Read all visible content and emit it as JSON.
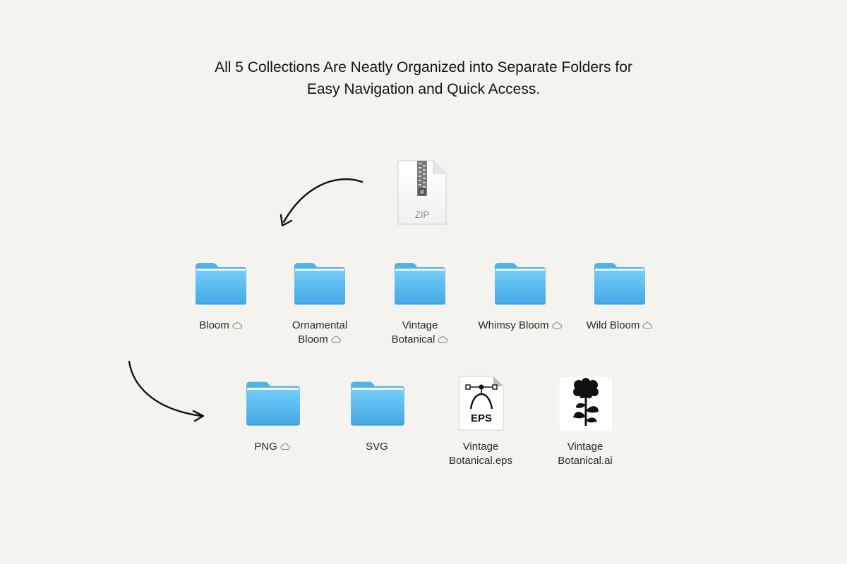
{
  "headline": {
    "line1": "All 5 Collections Are Neatly Organized into Separate Folders for",
    "line2": "Easy Navigation and Quick Access."
  },
  "zip_file": {
    "label": "ZIP",
    "icon": "zip-archive-icon"
  },
  "collections": [
    {
      "line1": "Bloom",
      "line2": "",
      "icloud": true
    },
    {
      "line1": "Ornamental",
      "line2": "Bloom",
      "icloud": true
    },
    {
      "line1": "Vintage",
      "line2": "Botanical",
      "icloud": true
    },
    {
      "line1": "Whimsy Bloom",
      "line2": "",
      "icloud": true
    },
    {
      "line1": "Wild Bloom",
      "line2": "",
      "icloud": true
    }
  ],
  "contents": [
    {
      "line1": "PNG",
      "line2": "",
      "icloud": true,
      "kind": "folder"
    },
    {
      "line1": "SVG",
      "line2": "",
      "icloud": false,
      "kind": "folder"
    },
    {
      "line1": "Vintage",
      "line2": "Botanical.eps",
      "icloud": false,
      "kind": "eps",
      "badge": "EPS"
    },
    {
      "line1": "Vintage",
      "line2": "Botanical.ai",
      "icloud": false,
      "kind": "ai"
    }
  ],
  "colors": {
    "background": "#f4f3ee",
    "folder_top": "#6cc8f5",
    "folder_bottom": "#3ea3e3"
  }
}
